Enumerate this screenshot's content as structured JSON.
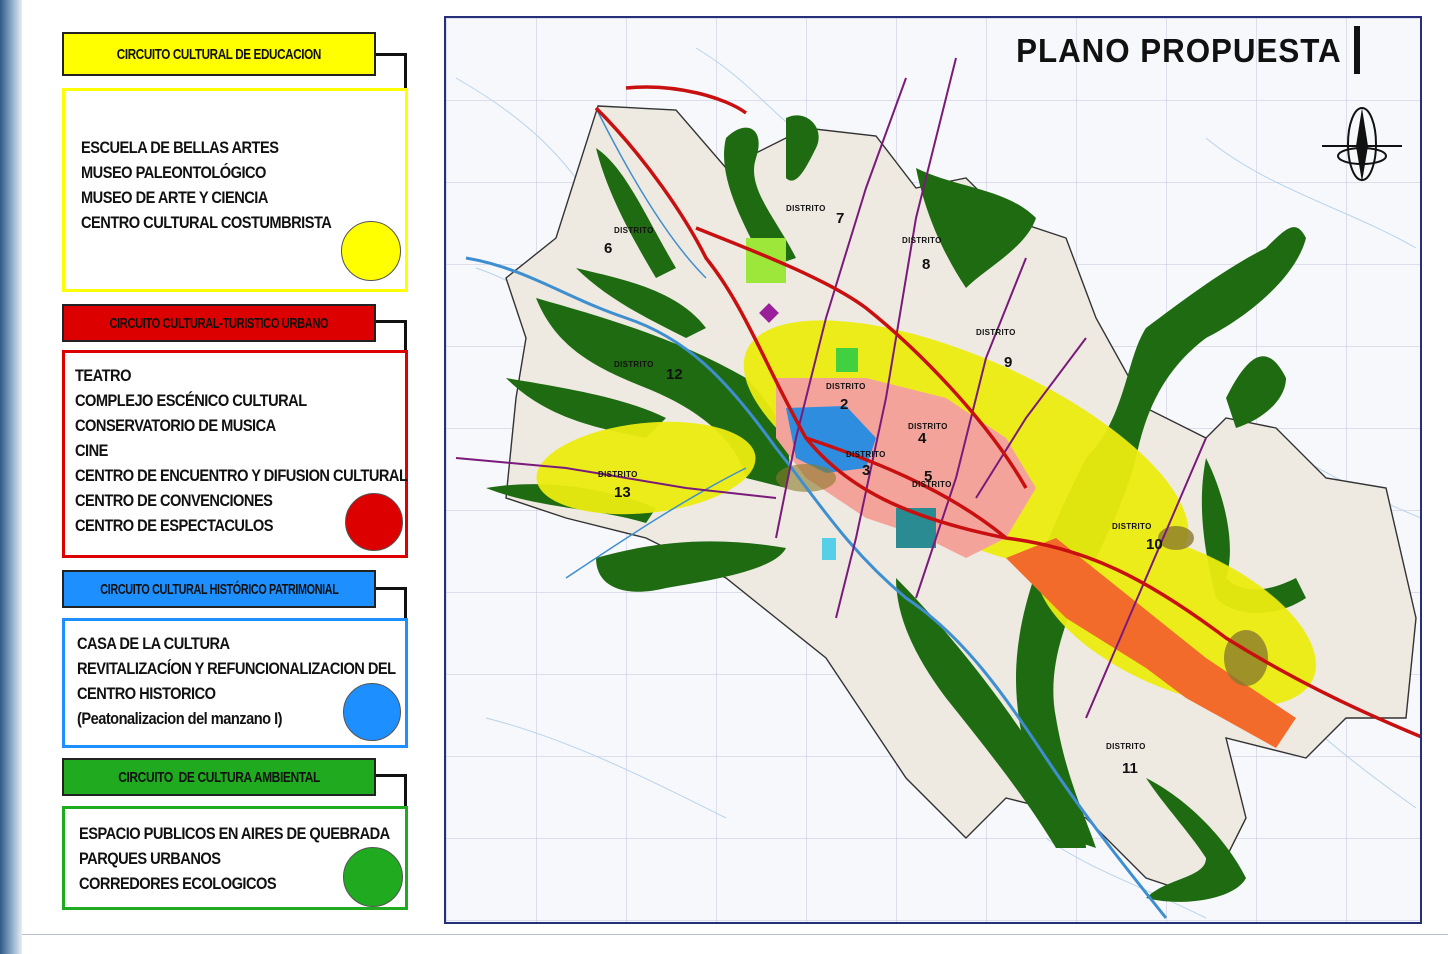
{
  "legend": {
    "education": {
      "title": "CIRCUITO CULTURAL DE EDUCACION",
      "items": [
        "ESCUELA DE BELLAS ARTES",
        "MUSEO PALEONTOLÓGICO",
        "MUSEO DE ARTE Y CIENCIA",
        "CENTRO CULTURAL COSTUMBRISTA"
      ],
      "color": "#ffff00",
      "text_color": "#111111"
    },
    "urban": {
      "title": "CIRCUITO CULTURAL-TURISTICO URBANO",
      "items": [
        "TEATRO",
        "COMPLEJO ESCÉNICO CULTURAL",
        "CONSERVATORIO DE MUSICA",
        "CINE",
        "CENTRO DE ENCUENTRO Y DIFUSION CULTURAL",
        "CENTRO DE CONVENCIONES",
        "CENTRO DE ESPECTACULOS"
      ],
      "color": "#dd0000",
      "text_color": "#111111"
    },
    "heritage": {
      "title": "CIRCUITO CULTURAL HISTÓRICO PATRIMONIAL",
      "items": [
        "CASA DE LA CULTURA",
        "REVITALIZACÍON Y REFUNCIONALIZACION DEL",
        "CENTRO HISTORICO",
        "(Peatonalizacion del manzano I)"
      ],
      "color": "#1e8fff",
      "text_color": "#111111"
    },
    "environment": {
      "title": "CIRCUITO  DE CULTURA AMBIENTAL",
      "items": [
        "ESPACIO PUBLICOS EN AIRES DE QUEBRADA",
        "PARQUES URBANOS",
        "CORREDORES ECOLOGICOS"
      ],
      "color": "#1faa1f",
      "text_color": "#111111"
    }
  },
  "map": {
    "title": "PLANO PROPUESTA",
    "district_word": "DISTRITO",
    "districts": [
      "6",
      "7",
      "8",
      "9",
      "12",
      "2",
      "4",
      "3",
      "5",
      "13",
      "10",
      "11"
    ],
    "colors": {
      "green_corridor": "#1f6b12",
      "yellow_zone": "#ecec10",
      "urban_core": "#f4a39a",
      "historic_center": "#2f8de0",
      "orange_strip": "#f26b2a",
      "road": "#c81010",
      "transit_line": "#7a1a7a",
      "river": "#3f8fd0",
      "district_fill": "#eeeae2"
    }
  }
}
